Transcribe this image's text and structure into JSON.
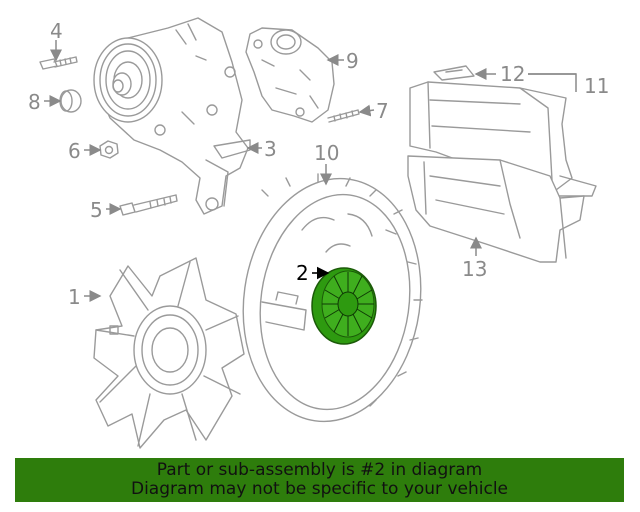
{
  "callouts": {
    "c1": "1",
    "c2": "2",
    "c3": "3",
    "c4": "4",
    "c5": "5",
    "c6": "6",
    "c7": "7",
    "c8": "8",
    "c9": "9",
    "c10": "10",
    "c11": "11",
    "c12": "12",
    "c13": "13"
  },
  "highlighted_part": "2",
  "banner": {
    "line1": "Part or sub-assembly is #2 in diagram",
    "line2": "Diagram may not be specific to your vehicle"
  },
  "colors": {
    "banner_bg": "#2e7d0c",
    "highlight": "#3fae1e",
    "line_art": "#9a9a9a"
  }
}
